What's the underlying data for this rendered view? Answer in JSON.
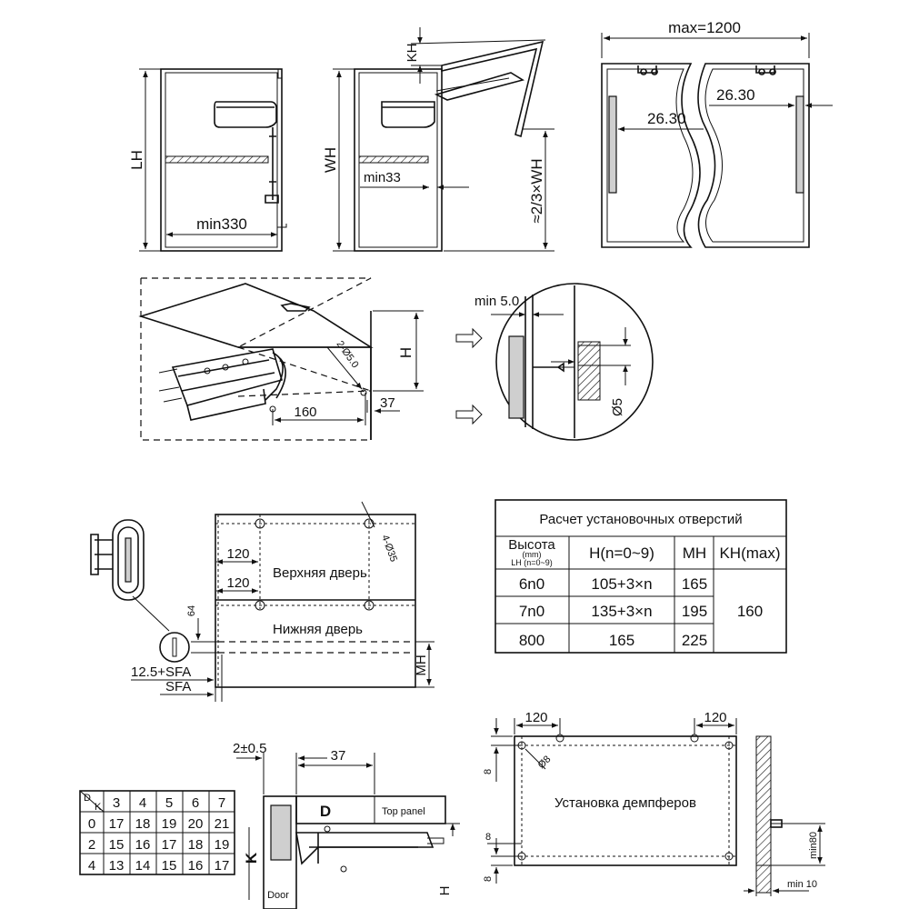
{
  "top_views": {
    "view1": {
      "dim_height": "LH",
      "dim_width": "min330"
    },
    "view2": {
      "dim_kh": "KH",
      "dim_height": "WH",
      "dim_min": "min33",
      "dim_lift": "≈2/3×WH"
    },
    "view3": {
      "dim_max": "max=1200",
      "dim_left": "26.30",
      "dim_right": "26.30"
    }
  },
  "mount_view": {
    "dim_h": "H",
    "dim_hole": "2-Ø5.0",
    "dim_160": "160",
    "dim_37": "37"
  },
  "detail_view": {
    "dim_min": "min 5.0",
    "dim_dia": "Ø5"
  },
  "door_view": {
    "upper_door": "Верхняя дверь",
    "lower_door": "Нижняя дверь",
    "dim_120_top": "120",
    "dim_120_mid": "120",
    "dim_holes": "4-Ø35",
    "dim_64": "64",
    "dim_sfa1": "12.5+SFA",
    "dim_sfa2": "SFA",
    "dim_mh": "MH"
  },
  "calc_table": {
    "title": "Расчет установочных отверстий",
    "headers": {
      "height": "Высота",
      "height_unit": "(mm)",
      "height_sub": "LH   (n=0~9)",
      "h": "H(n=0~9)",
      "mh": "MH",
      "kh": "KH(max)"
    },
    "rows": [
      {
        "lh": "6n0",
        "h": "105+3×n",
        "mh": "165"
      },
      {
        "lh": "7n0",
        "h": "135+3×n",
        "mh": "195"
      },
      {
        "lh": "800",
        "h": "165",
        "mh": "225"
      }
    ],
    "kh_value": "160"
  },
  "dk_table": {
    "corner_d": "D",
    "corner_k": "K",
    "columns": [
      "3",
      "4",
      "5",
      "6",
      "7"
    ],
    "rows": [
      {
        "d": "0",
        "values": [
          "17",
          "18",
          "19",
          "20",
          "21"
        ]
      },
      {
        "d": "2",
        "values": [
          "15",
          "16",
          "17",
          "18",
          "19"
        ]
      },
      {
        "d": "4",
        "values": [
          "13",
          "14",
          "15",
          "16",
          "17"
        ]
      }
    ]
  },
  "hinge_section": {
    "dim_gap": "2±0.5",
    "dim_37": "37",
    "label_d": "D",
    "label_top": "Top panel",
    "label_k": "K",
    "label_door": "Door",
    "label_h": "H"
  },
  "damper_view": {
    "dim_120_left": "120",
    "dim_120_right": "120",
    "dim_dia": "Ø8",
    "dim_8_top": "8",
    "dim_8_mid": "8",
    "dim_8_bot": "8",
    "label": "Установка демпферов",
    "dim_min80": "min80",
    "dim_min10": "min 10"
  }
}
